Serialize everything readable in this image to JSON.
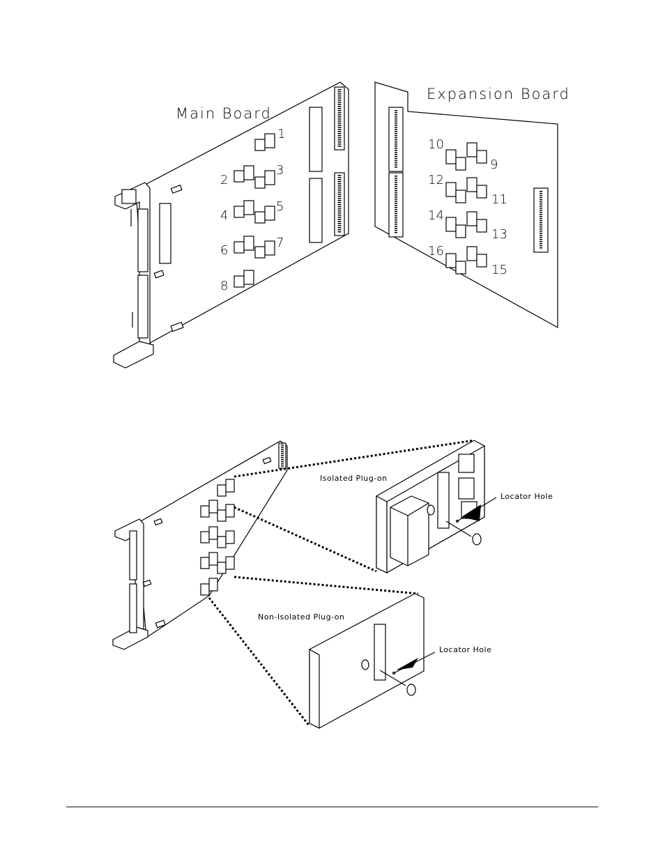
{
  "top": {
    "main_board_label": "Main Board",
    "expansion_board_label": "Expansion Board",
    "main_positions": [
      "1",
      "2",
      "3",
      "4",
      "5",
      "6",
      "7",
      "8"
    ],
    "expansion_positions": [
      "9",
      "10",
      "11",
      "12",
      "13",
      "14",
      "15",
      "16"
    ]
  },
  "bottom": {
    "isolated_label": "Isolated Plug-on",
    "non_isolated_label": "Non-Isolated Plug-on",
    "locator_hole_label_1": "Locator Hole",
    "locator_hole_label_2": "Locator Hole"
  }
}
